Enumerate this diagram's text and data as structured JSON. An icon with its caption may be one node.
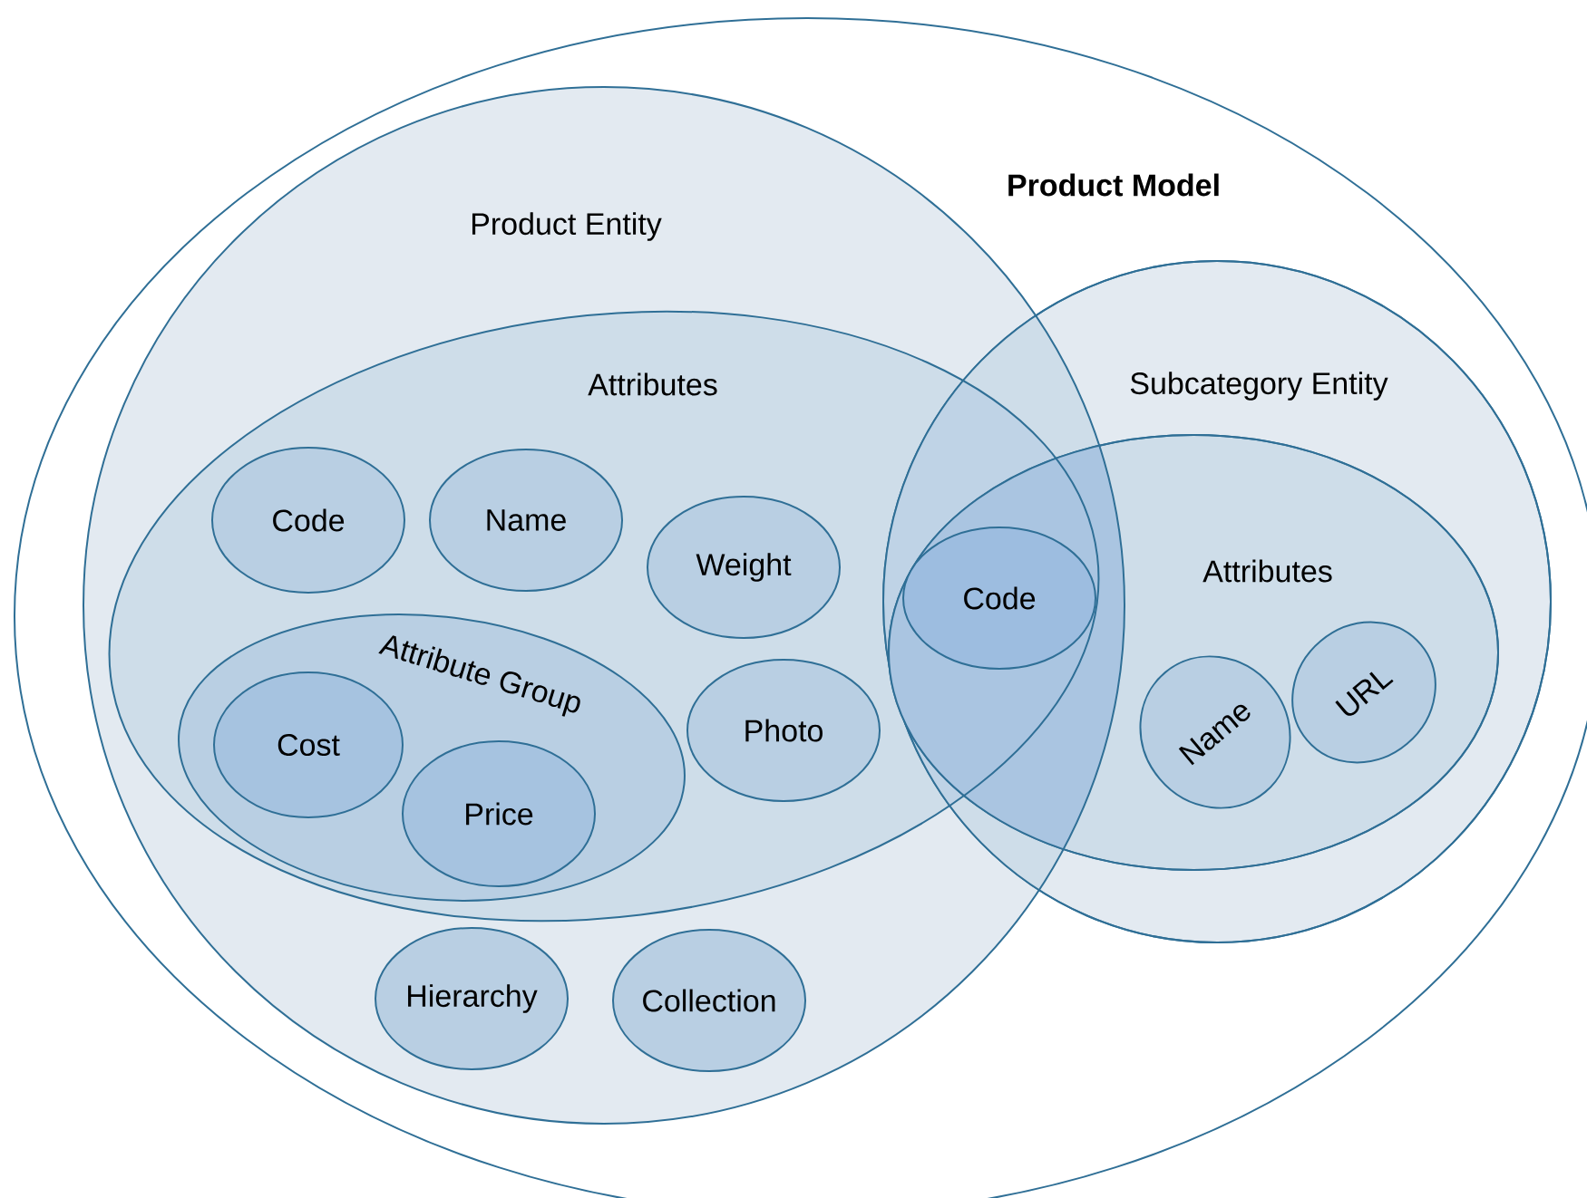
{
  "diagram": {
    "nodes": [
      {
        "text": [
          "Product Model"
        ]
      },
      {
        "text": [
          "Product Entity"
        ],
        "in": 0
      },
      {
        "text": [
          "Attributes"
        ],
        "in": 1
      },
      {
        "text": [
          "Code"
        ],
        "in": 2
      },
      {
        "text": [
          "Name"
        ],
        "in": 2
      },
      {
        "text": [
          "Weight"
        ],
        "in": 2
      },
      {
        "text": [
          "Attribute Group"
        ],
        "in": 2
      },
      {
        "text": [
          "Cost"
        ],
        "in": 6
      },
      {
        "text": [
          "Price"
        ],
        "in": 6
      },
      {
        "text": [
          "Photo"
        ],
        "in": 2
      },
      {
        "text": [
          "Hierarchy"
        ],
        "in": 1
      },
      {
        "text": [
          "Collection"
        ],
        "in": 1
      },
      {
        "text": [
          "Subcategory Entity"
        ],
        "in": 0
      },
      {
        "text": [
          "Attributes"
        ],
        "in": 12
      },
      {
        "text": [
          "Code"
        ]
      },
      {
        "text": [
          "Name"
        ],
        "in": 13
      },
      {
        "text": [
          "URL"
        ],
        "in": 13
      }
    ]
  }
}
